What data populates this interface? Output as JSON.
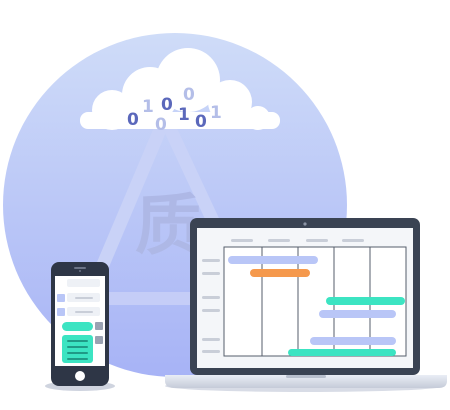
{
  "cloud_digits": [
    "0",
    "1",
    "0",
    "0",
    "1",
    "0",
    "1"
  ],
  "watermark_char": "质",
  "colors": {
    "circle_top": "#cbdaf7",
    "circle_bottom": "#a9b6f7",
    "digit_dark": "#5a67b8",
    "digit_light": "#b3bde6",
    "laptop_frame": "#3a4353",
    "gantt_bar_blue": "#b9c6f7",
    "gantt_bar_orange": "#f5994d",
    "gantt_bar_teal": "#3ce4c2",
    "phone_body": "#2e3646"
  }
}
